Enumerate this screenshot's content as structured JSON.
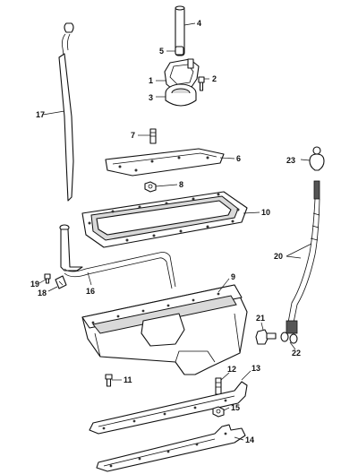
{
  "callouts": [
    "1",
    "2",
    "3",
    "4",
    "5",
    "6",
    "7",
    "8",
    "9",
    "10",
    "11",
    "12",
    "13",
    "14",
    "15",
    "16",
    "17",
    "18",
    "19",
    "20",
    "21",
    "22",
    "23"
  ],
  "colors": {
    "line": "#111111",
    "shade": "#d9d9d9",
    "background": "#ffffff"
  }
}
